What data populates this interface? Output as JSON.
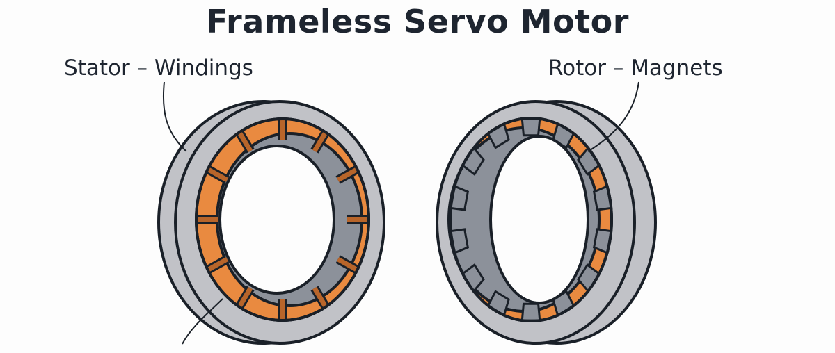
{
  "title": "Frameless Servo Motor",
  "labels": {
    "stator": "Stator – Windings",
    "rotor": "Rotor – Magnets"
  },
  "colors": {
    "housing": "#c1c2c7",
    "winding": "#e98a40",
    "divider": "#b8652a",
    "core": "#8c919a",
    "outline": "#1a2028"
  }
}
